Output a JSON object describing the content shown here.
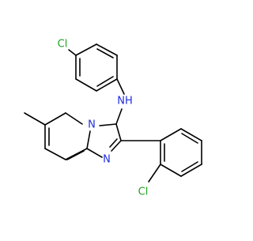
{
  "molecule": {
    "atom_labels": {
      "cl_top": "Cl",
      "nh": "NH",
      "n_bridge": "N",
      "n_ring": "N",
      "cl_bottom": "Cl"
    },
    "colors": {
      "bond": "#000000",
      "chlorine": "#21a121",
      "nitrogen": "#1f2de0",
      "background": "#ffffff"
    }
  }
}
